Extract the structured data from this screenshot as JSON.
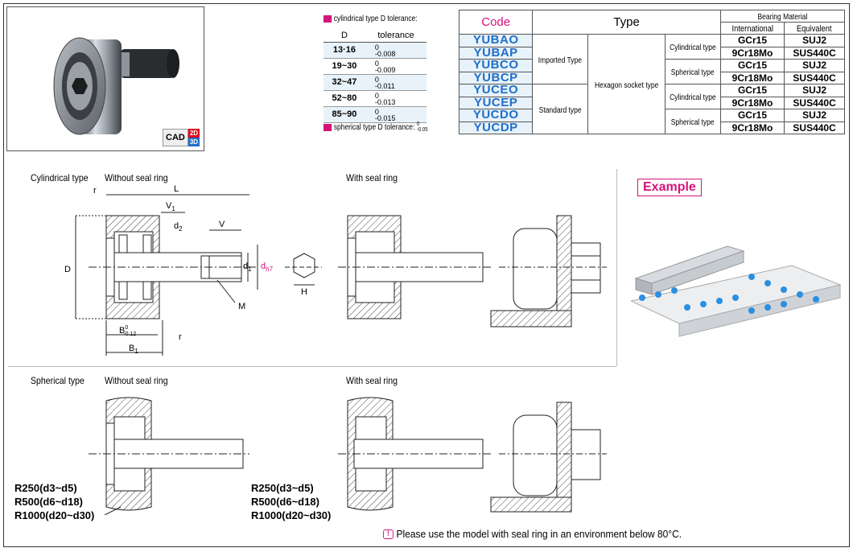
{
  "cad_badge": {
    "text": "CAD",
    "d2": "2D",
    "d3": "3D"
  },
  "tolerance": {
    "cyl_title": "cylindrical type D tolerance:",
    "col_d": "D",
    "col_tol": "tolerance",
    "rows": [
      {
        "d": "13·16",
        "upper": "0",
        "lower": "-0.008"
      },
      {
        "d": "19~30",
        "upper": "0",
        "lower": "-0.009"
      },
      {
        "d": "32~47",
        "upper": "0",
        "lower": "-0.011"
      },
      {
        "d": "52~80",
        "upper": "0",
        "lower": "-0.013"
      },
      {
        "d": "85~90",
        "upper": "0",
        "lower": "-0.015"
      }
    ],
    "sph_title": "spherical type D tolerance:",
    "sph_upper": "0",
    "sph_lower": "-0.05"
  },
  "code_table": {
    "h_code": "Code",
    "h_type": "Type",
    "h_material": "Bearing Material",
    "h_intl": "International",
    "h_equiv": "Equivalent",
    "imported": "Imported Type",
    "standard": "Standard type",
    "hex": "Hexagon socket type",
    "cyl": "Cylindrical type",
    "sph": "Spherical type",
    "rows": [
      {
        "code": "YUBAO",
        "intl": "GCr15",
        "equiv": "SUJ2"
      },
      {
        "code": "YUBAP",
        "intl": "9Cr18Mo",
        "equiv": "SUS440C"
      },
      {
        "code": "YUBCO",
        "intl": "GCr15",
        "equiv": "SUJ2"
      },
      {
        "code": "YUBCP",
        "intl": "9Cr18Mo",
        "equiv": "SUS440C"
      },
      {
        "code": "YUCEO",
        "intl": "GCr15",
        "equiv": "SUJ2"
      },
      {
        "code": "YUCEP",
        "intl": "9Cr18Mo",
        "equiv": "SUS440C"
      },
      {
        "code": "YUCDO",
        "intl": "GCr15",
        "equiv": "SUJ2"
      },
      {
        "code": "YUCDP",
        "intl": "9Cr18Mo",
        "equiv": "SUS440C"
      }
    ]
  },
  "labels": {
    "cyl_type": "Cylindrical type",
    "without_seal": "Without seal ring",
    "with_seal": "With seal ring",
    "example": "Example",
    "sph_type": "Spherical type"
  },
  "dims": {
    "L": "L",
    "V1": "V",
    "V1_sub": "1",
    "d2": "d",
    "d2_sub": "2",
    "V": "V",
    "D": "D",
    "d1": "d",
    "d1_sub": "1",
    "dh7": "d",
    "dh7_sub": "h7",
    "H": "H",
    "M": "M",
    "r": "r",
    "B": "B",
    "B_tol_upper": "0",
    "B_tol_lower": "-0.12",
    "B1": "B",
    "B1_sub": "1"
  },
  "radius_notes": [
    "R250(d3~d5)",
    "R500(d6~d18)",
    "R1000(d20~d30)"
  ],
  "note": "Please use the model with seal ring in an environment below 80°C.",
  "colors": {
    "accent": "#d4147a",
    "code_blue": "#1e6fc7",
    "row_tint": "#e8f2fa"
  }
}
